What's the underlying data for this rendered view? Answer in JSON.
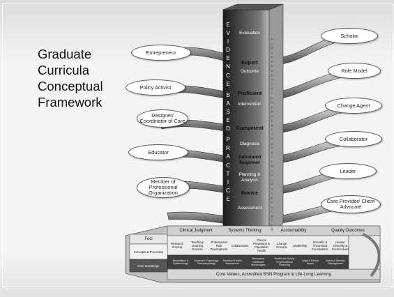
{
  "slide": {
    "title_lines": [
      "Graduate",
      "Curricula",
      "Conceptual",
      "Framework"
    ]
  },
  "left_roles": [
    {
      "label": "Entrepreneur"
    },
    {
      "label": "Policy Activist"
    },
    {
      "label": "Designer/ Coordinator of Care"
    },
    {
      "label": "Educator"
    },
    {
      "label": "Member of Professional Organization"
    }
  ],
  "right_roles": [
    {
      "label": "Scholar"
    },
    {
      "label": "Role Model"
    },
    {
      "label": "Change Agent"
    },
    {
      "label": "Collaborator"
    },
    {
      "label": "Leader"
    },
    {
      "label": "Care Provider/ Client Advocate"
    }
  ],
  "column": {
    "vertical_letters": [
      "E",
      "V",
      "I",
      "D",
      "E",
      "N",
      "C",
      "E",
      "B",
      "A",
      "S",
      "E",
      "D",
      "P",
      "R",
      "A",
      "C",
      "T",
      "I",
      "C",
      "E"
    ],
    "right_strip_letters": [
      "N",
      "U",
      "R",
      "S",
      "E",
      "P",
      "R",
      "A",
      "C",
      "T",
      "I",
      "T",
      "I",
      "O",
      "N",
      "E",
      "R",
      "H",
      "E",
      "A",
      "L",
      "T",
      "H",
      "S",
      "Y",
      "S",
      "T",
      "E",
      "M",
      "S",
      "N",
      "U",
      "R",
      "S",
      "E",
      "E",
      "D",
      "U",
      "C",
      "A",
      "T",
      "O",
      "R"
    ],
    "stages": [
      "Evaluation",
      "Outcome",
      "Intervention",
      "Diagnosis",
      "Planning & Analysis",
      "Assessment"
    ],
    "levels": [
      "Expert",
      "Proficient",
      "Competent",
      "Advanced Beginner",
      "Novice"
    ]
  },
  "base": {
    "foci_label": "Foci",
    "row_label_1": "Concepts & Processes",
    "row_label_2": "Core Knowledge",
    "top_headings": [
      "Clinical Judgment",
      "Systems Thinking",
      "Accountability",
      "Quality Outcomes"
    ],
    "concepts": [
      "Research Process",
      "Teaching/ Learning Process",
      "Professional Role Development",
      "Collaboration",
      "Clinical Prevention & Population Health",
      "Change Process",
      "Leadership",
      "Scientific & Theoretical Foundations",
      "Human Diversity & Social Issues"
    ],
    "core_knowledge": [
      "Biostatistics & Epidemiology",
      "Advanced Physiology/ Pathophysiology",
      "Advanced Health Assessment",
      "Informatics/ Healthcare Technologies",
      "Healthcare Policy/ Organizational Financing",
      "Legal & Ethical Issues",
      "Illness & Disease Management"
    ],
    "footer": "Core Values, Accredited BSN Program & Life-Long Learning"
  }
}
